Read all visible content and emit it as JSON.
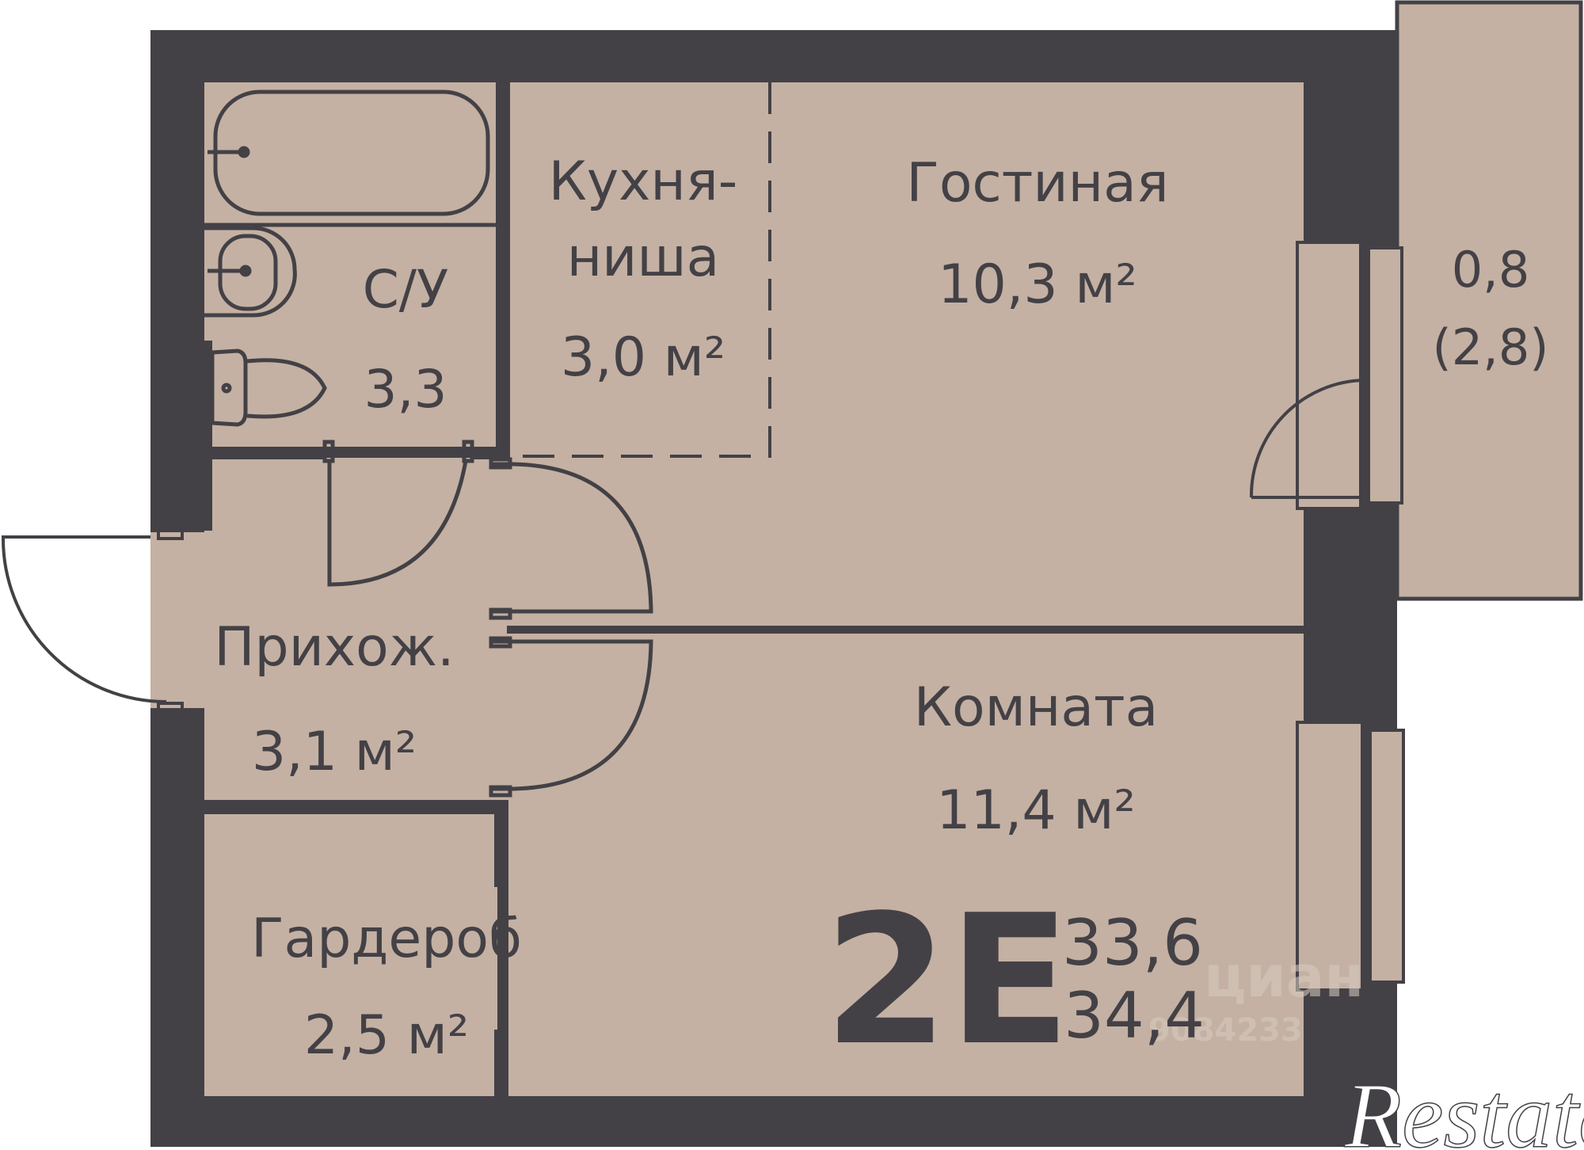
{
  "colors": {
    "wall": "#434146",
    "floor": "#c4b1a3",
    "background": "#ffffff",
    "text": "#434146"
  },
  "apartment": {
    "code": "2E",
    "area_total": "33,6",
    "area_with_balcony": "34,4"
  },
  "rooms": {
    "bathroom": {
      "name": "С/У",
      "area": "3,3"
    },
    "kitchen": {
      "name_line1": "Кухня-",
      "name_line2": "ниша",
      "area": "3,0 м²"
    },
    "living": {
      "name": "Гостиная",
      "area": "10,3 м²"
    },
    "balcony": {
      "area": "0,8",
      "area_full": "(2,8)"
    },
    "hallway": {
      "name": "Прихож.",
      "area": "3,1 м²"
    },
    "bedroom": {
      "name": "Комната",
      "area": "11,4 м²"
    },
    "wardrobe": {
      "name": "Гардероб",
      "area": "2,5 м²"
    }
  },
  "watermarks": {
    "cian": "циан",
    "cian_id": "9084233",
    "restate": "Restate"
  }
}
